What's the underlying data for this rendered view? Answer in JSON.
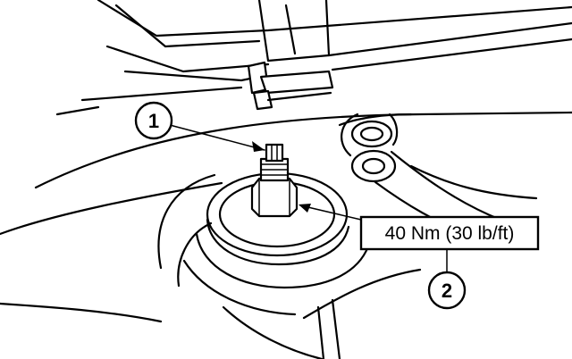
{
  "callouts": [
    {
      "number": "1"
    },
    {
      "number": "2"
    }
  ],
  "torque_label": "40 Nm (30 lb/ft)"
}
